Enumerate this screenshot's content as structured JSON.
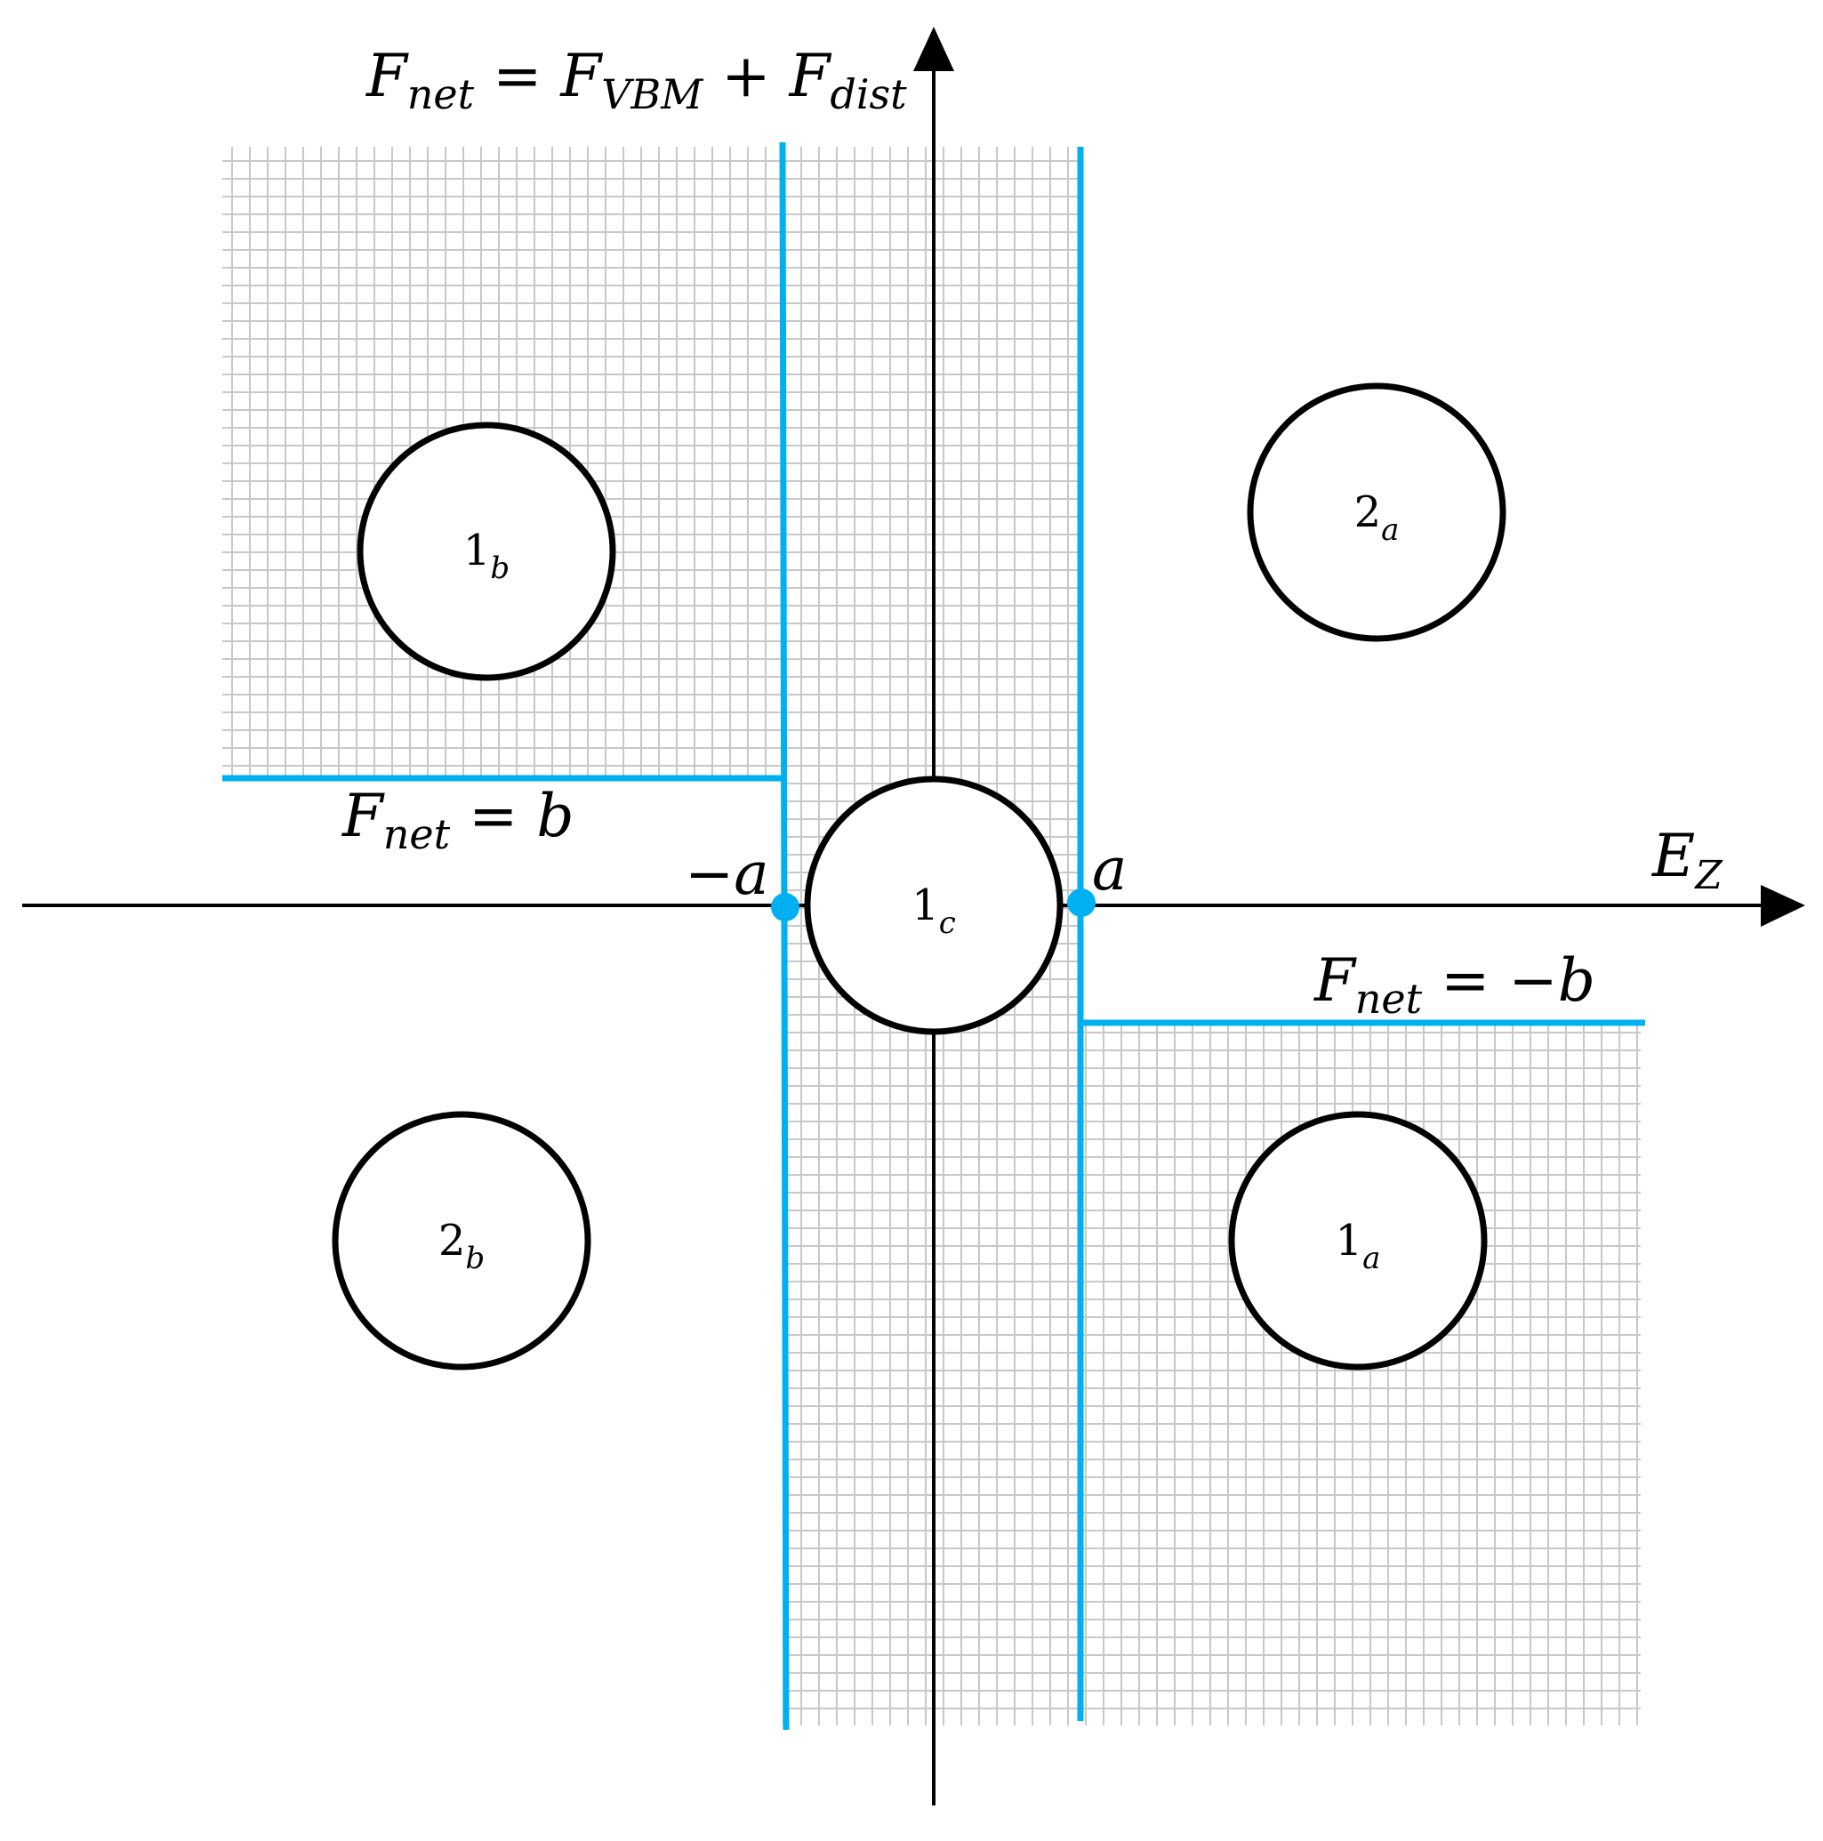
{
  "colors": {
    "axis": "#000000",
    "boundary": "#00b0f0",
    "grid_fill": "#c8c8c8",
    "circle_stroke": "#000000"
  },
  "axes": {
    "y_label": {
      "main": "F",
      "sub": "net",
      "rest": " = F",
      "sub2": "VBM",
      "rest2": " + F",
      "sub3": "dist"
    },
    "x_label": {
      "main": "E",
      "sub": "Z"
    }
  },
  "boundaries": {
    "top_left": {
      "main": "F",
      "sub": "net",
      "rest": " = b"
    },
    "bottom_right": {
      "main": "F",
      "sub": "net",
      "rest": " = −b"
    },
    "neg_a": "−a",
    "pos_a": "a"
  },
  "regions": [
    {
      "id": "1b",
      "num": "1",
      "sub": "b"
    },
    {
      "id": "2a",
      "num": "2",
      "sub": "a"
    },
    {
      "id": "1c",
      "num": "1",
      "sub": "c"
    },
    {
      "id": "2b",
      "num": "2",
      "sub": "b"
    },
    {
      "id": "1a",
      "num": "1",
      "sub": "a"
    }
  ]
}
